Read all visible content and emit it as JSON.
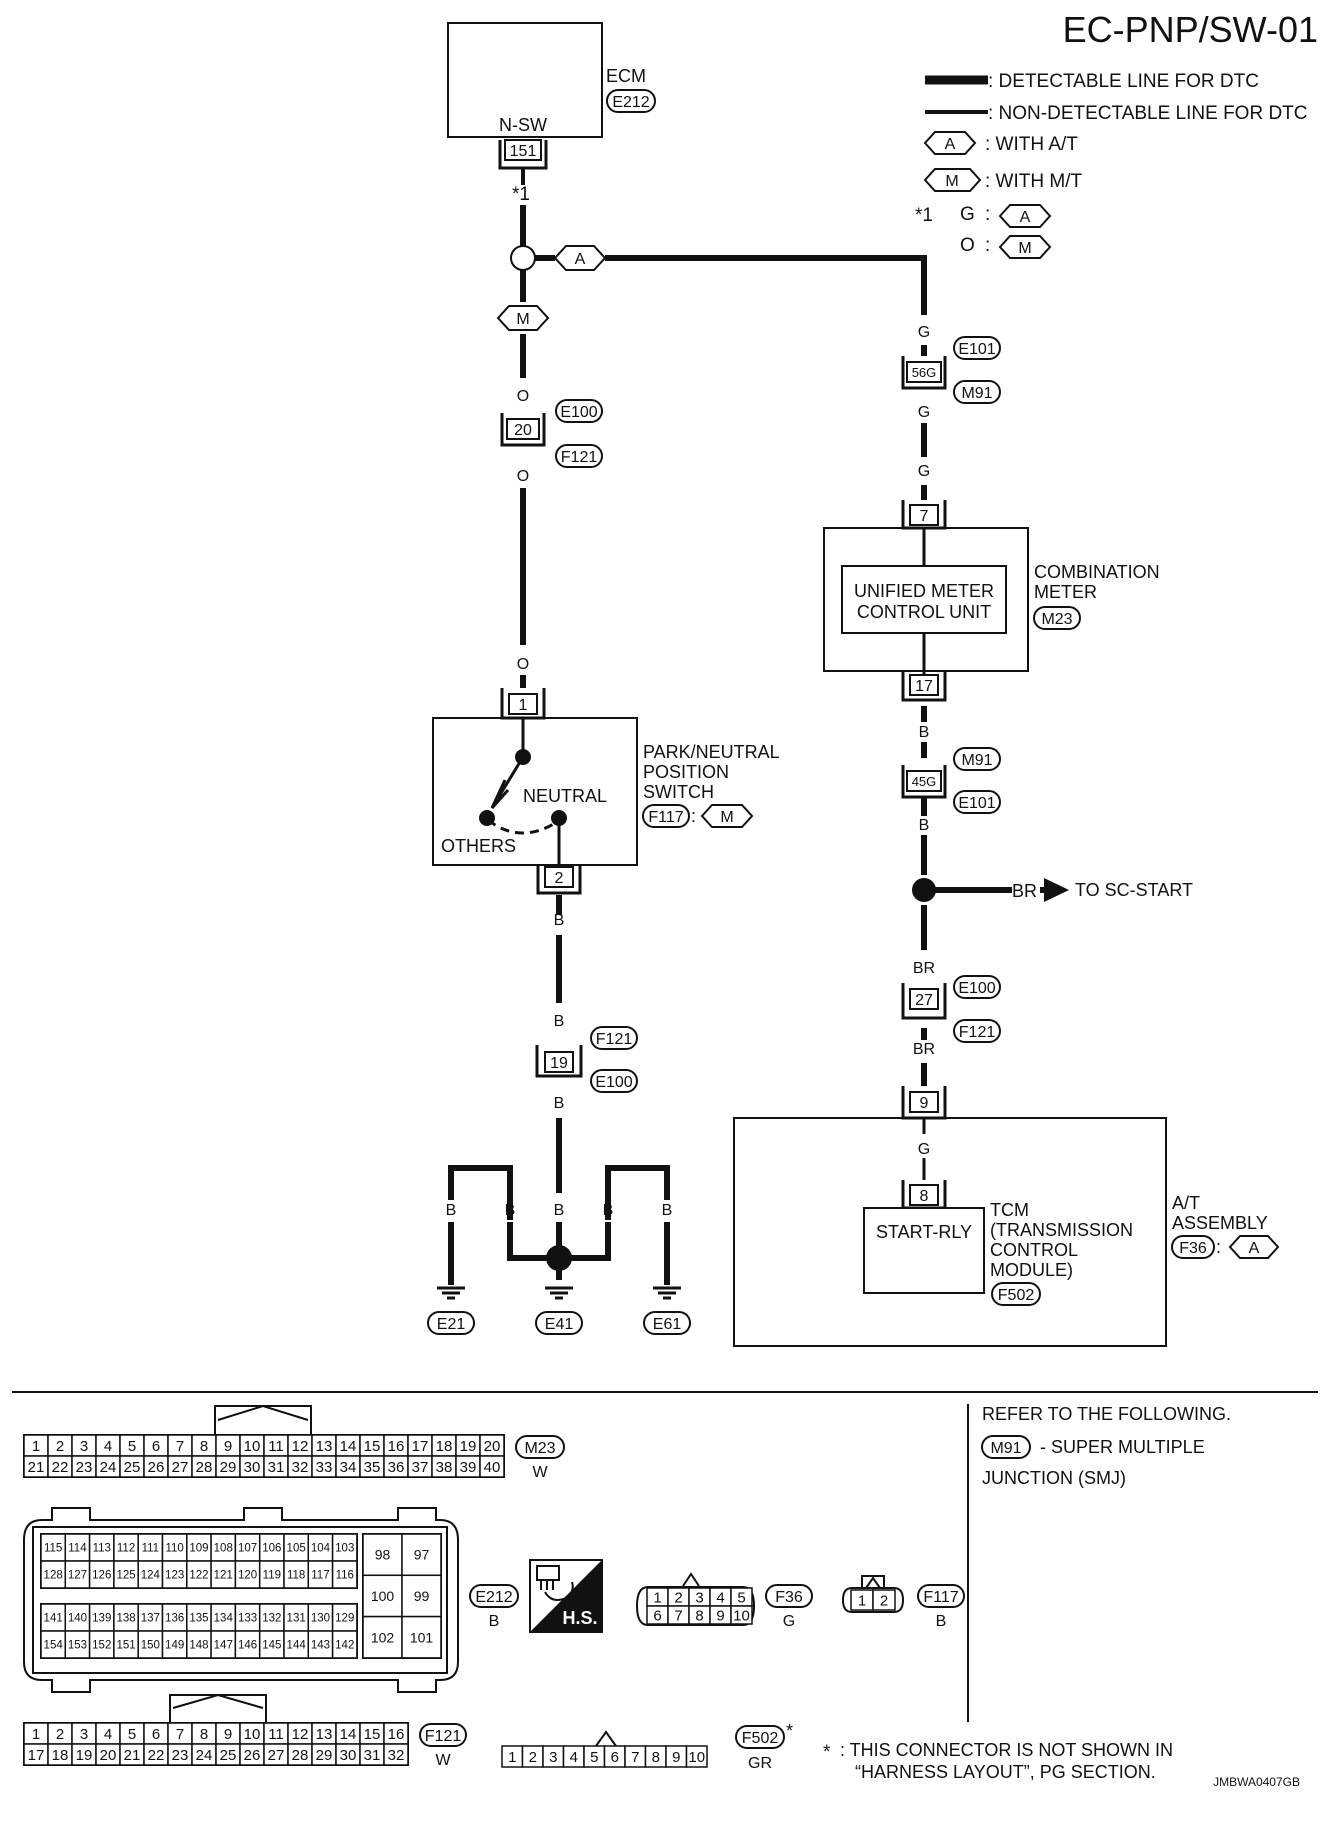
{
  "page_title": "EC-PNP/SW-01",
  "figure_code": "JMBWA0407GB",
  "legend": {
    "detectable": ": DETECTABLE LINE FOR DTC",
    "non_detectable": ": NON-DETECTABLE LINE FOR DTC",
    "with_at_tag": "A",
    "with_at": ": WITH A/T",
    "with_mt_tag": "M",
    "with_mt": ": WITH M/T",
    "note_mark": "*1",
    "note_g": "G",
    "note_o": "O",
    "colon": ":"
  },
  "ecm": {
    "label": "ECM",
    "connector": "E212",
    "pin_label": "N-SW",
    "pin": "151",
    "note": "*1"
  },
  "wire_tags": {
    "at": "A",
    "mt": "M"
  },
  "junctions": {
    "e100_f121_top": {
      "pin": "20",
      "c1": "E100",
      "c2": "F121",
      "color_above": "O",
      "color_below": "O"
    },
    "e101_m91_top": {
      "pin": "56G",
      "c1": "E101",
      "c2": "M91",
      "color_above": "G",
      "color_below": "G"
    },
    "m91_e101_bot": {
      "pin": "45G",
      "c1": "M91",
      "c2": "E101",
      "color_above": "B",
      "color_below": "B"
    },
    "e100_f121_bot": {
      "pin": "27",
      "c1": "E100",
      "c2": "F121",
      "color_above": "BR",
      "color_below": "BR"
    },
    "f121_e100": {
      "pin": "19",
      "c1": "F121",
      "c2": "E100",
      "color_above": "B",
      "color_below": "B"
    }
  },
  "combination_meter": {
    "name_line1": "COMBINATION",
    "name_line2": "METER",
    "connector": "M23",
    "unit_line1": "UNIFIED METER",
    "unit_line2": "CONTROL UNIT",
    "pin_top": "7",
    "pin_bottom": "17",
    "color_in": "G"
  },
  "pnp_switch": {
    "name_line1": "PARK/NEUTRAL",
    "name_line2": "POSITION",
    "name_line3": "SWITCH",
    "connector": "F117",
    "tag": "M",
    "colon": ":",
    "pin_top": "1",
    "pin_bottom": "2",
    "neutral": "NEUTRAL",
    "others": "OTHERS",
    "color_in": "O"
  },
  "sc_start": {
    "wire": "BR",
    "label": "TO SC-START"
  },
  "grounds": {
    "wire_colors": [
      "B",
      "B",
      "B",
      "B",
      "B"
    ],
    "labels": [
      "E21",
      "E41",
      "E61"
    ]
  },
  "at_assembly": {
    "name_line1": "A/T",
    "name_line2": "ASSEMBLY",
    "connector": "F36",
    "tag": "A",
    "colon": ":",
    "pin_outer": "9",
    "wire_inner": "G",
    "pin_inner": "8",
    "inner_box": "START-RLY",
    "tcm_line1": "TCM",
    "tcm_line2": "(TRANSMISSION",
    "tcm_line3": "CONTROL",
    "tcm_line4": "MODULE)",
    "tcm_connector": "F502"
  },
  "refer": {
    "line1": "REFER TO THE FOLLOWING.",
    "tag": "M91",
    "line2": "- SUPER MULTIPLE",
    "line3": "JUNCTION (SMJ)"
  },
  "connectors_view": {
    "m23": {
      "id": "M23",
      "color": "W",
      "row1": [
        "1",
        "2",
        "3",
        "4",
        "5",
        "6",
        "7",
        "8",
        "9",
        "10",
        "11",
        "12",
        "13",
        "14",
        "15",
        "16",
        "17",
        "18",
        "19",
        "20"
      ],
      "row2": [
        "21",
        "22",
        "23",
        "24",
        "25",
        "26",
        "27",
        "28",
        "29",
        "30",
        "31",
        "32",
        "33",
        "34",
        "35",
        "36",
        "37",
        "38",
        "39",
        "40"
      ]
    },
    "e212": {
      "id": "E212",
      "color": "B",
      "row1": [
        "115",
        "114",
        "113",
        "112",
        "111",
        "110",
        "109",
        "108",
        "107",
        "106",
        "105",
        "104",
        "103"
      ],
      "row2": [
        "128",
        "127",
        "126",
        "125",
        "124",
        "123",
        "122",
        "121",
        "120",
        "119",
        "118",
        "117",
        "116"
      ],
      "row3": [
        "141",
        "140",
        "139",
        "138",
        "137",
        "136",
        "135",
        "134",
        "133",
        "132",
        "131",
        "130",
        "129"
      ],
      "row4": [
        "154",
        "153",
        "152",
        "151",
        "150",
        "149",
        "148",
        "147",
        "146",
        "145",
        "144",
        "143",
        "142"
      ],
      "side": [
        "98",
        "97",
        "100",
        "99",
        "102",
        "101"
      ]
    },
    "hs_label": "H.S.",
    "f36": {
      "id": "F36",
      "color": "G",
      "row1": [
        "1",
        "2",
        "3",
        "4",
        "5"
      ],
      "row2": [
        "6",
        "7",
        "8",
        "9",
        "10"
      ]
    },
    "f117": {
      "id": "F117",
      "color": "B",
      "pins": [
        "1",
        "2"
      ]
    },
    "f121": {
      "id": "F121",
      "color": "W",
      "row1": [
        "1",
        "2",
        "3",
        "4",
        "5",
        "6",
        "7",
        "8",
        "9",
        "10",
        "11",
        "12",
        "13",
        "14",
        "15",
        "16"
      ],
      "row2": [
        "17",
        "18",
        "19",
        "20",
        "21",
        "22",
        "23",
        "24",
        "25",
        "26",
        "27",
        "28",
        "29",
        "30",
        "31",
        "32"
      ]
    },
    "f502": {
      "id": "F502",
      "color": "GR",
      "mark": "*",
      "pins": [
        "1",
        "2",
        "3",
        "4",
        "5",
        "6",
        "7",
        "8",
        "9",
        "10"
      ]
    }
  },
  "footnote": {
    "mark": "*",
    "line1": ": THIS CONNECTOR IS NOT SHOWN IN",
    "line2": "“HARNESS LAYOUT”, PG SECTION."
  }
}
